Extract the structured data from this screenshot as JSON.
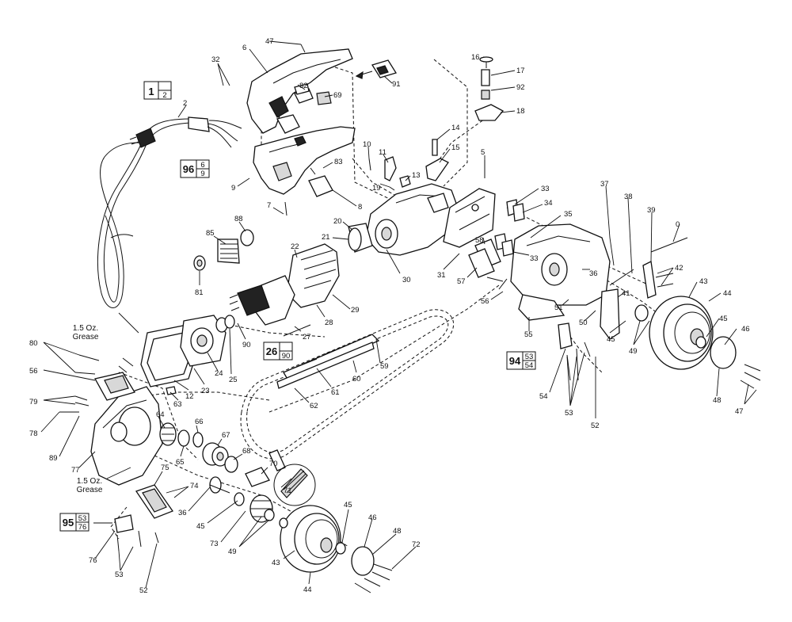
{
  "labels": {
    "p47a": "47",
    "p6": "6",
    "p32": "32",
    "p82": "82",
    "p69": "69",
    "p91": "91",
    "p16": "16",
    "p17": "17",
    "p92": "92",
    "p18": "18",
    "p2": "2",
    "p14": "14",
    "p15": "15",
    "p10": "10",
    "p11": "11",
    "p13": "13",
    "p19": "19",
    "p5": "5",
    "p83": "83",
    "p8": "8",
    "p9": "9",
    "p7": "7",
    "p88": "88",
    "p85": "85",
    "p81": "81",
    "p20": "20",
    "p21": "21",
    "p22": "22",
    "p30": "30",
    "p29": "29",
    "p28": "28",
    "p27": "27",
    "p25": "25",
    "p24": "24",
    "p23": "23",
    "p12": "12",
    "p33a": "33",
    "p34": "34",
    "p35": "35",
    "p33b": "33",
    "p31": "31",
    "p58": "58",
    "p57": "57",
    "p56a": "56",
    "p37": "37",
    "p38": "38",
    "p39": "39",
    "p0": "0",
    "p42": "42",
    "p36a": "36",
    "p41": "41",
    "p43a": "43",
    "p44a": "44",
    "p51": "51",
    "p50": "50",
    "p55": "55",
    "p45a": "45",
    "p49a": "49",
    "p45b": "45",
    "p46a": "46",
    "p48a": "48",
    "p47b": "47",
    "p54": "54",
    "p53a": "53",
    "p52a": "52",
    "p59": "59",
    "p60": "60",
    "p61": "61",
    "p62": "62",
    "p63": "63",
    "p90": "90",
    "p80": "80",
    "p56b": "56",
    "p79": "79",
    "p78": "78",
    "p89": "89",
    "p77": "77",
    "p64": "64",
    "p65": "65",
    "p66": "66",
    "p67": "67",
    "p68": "68",
    "p70": "70",
    "p71": "71",
    "p75": "75",
    "p74": "74",
    "p36b": "36",
    "p45c": "45",
    "p73": "73",
    "p49b": "49",
    "p43b": "43",
    "p44b": "44",
    "p45d": "45",
    "p46b": "46",
    "p48b": "48",
    "p72": "72",
    "p76": "76",
    "p53b": "53",
    "p52b": "52"
  },
  "notes": {
    "grease_top_line1": "1.5 Oz.",
    "grease_top_line2": "Grease",
    "grease_bottom_line1": "1.5 Oz.",
    "grease_bottom_line2": "Grease"
  },
  "kits": {
    "k1": {
      "number": "1",
      "top": "",
      "bottom": "2"
    },
    "k96": {
      "number": "96",
      "top": "6",
      "bottom": "9"
    },
    "k26": {
      "number": "26",
      "top": "",
      "bottom": "90"
    },
    "k94": {
      "number": "94",
      "top": "53",
      "bottom": "54"
    },
    "k95": {
      "number": "95",
      "top": "53",
      "bottom": "76"
    }
  }
}
